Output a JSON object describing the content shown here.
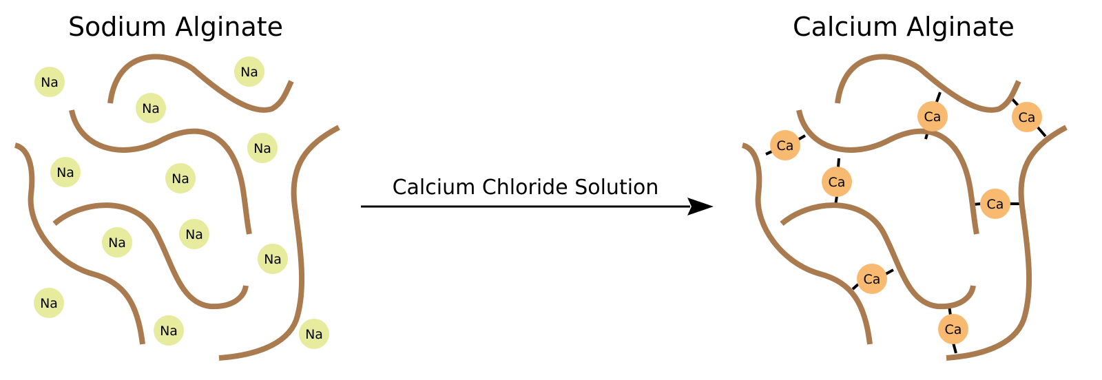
{
  "sodium_panel": {
    "title": "Sodium Alginate",
    "ion_label": "Na"
  },
  "calcium_panel": {
    "title": "Calcium Alginate",
    "ion_label": "Ca"
  },
  "reaction": {
    "label": "Calcium Chloride Solution"
  },
  "colors": {
    "strand": "#A97B4F",
    "sodium_ion": "#E6EB9E",
    "calcium_ion": "#F8BA70",
    "bond": "#000000",
    "arrow": "#000000"
  }
}
